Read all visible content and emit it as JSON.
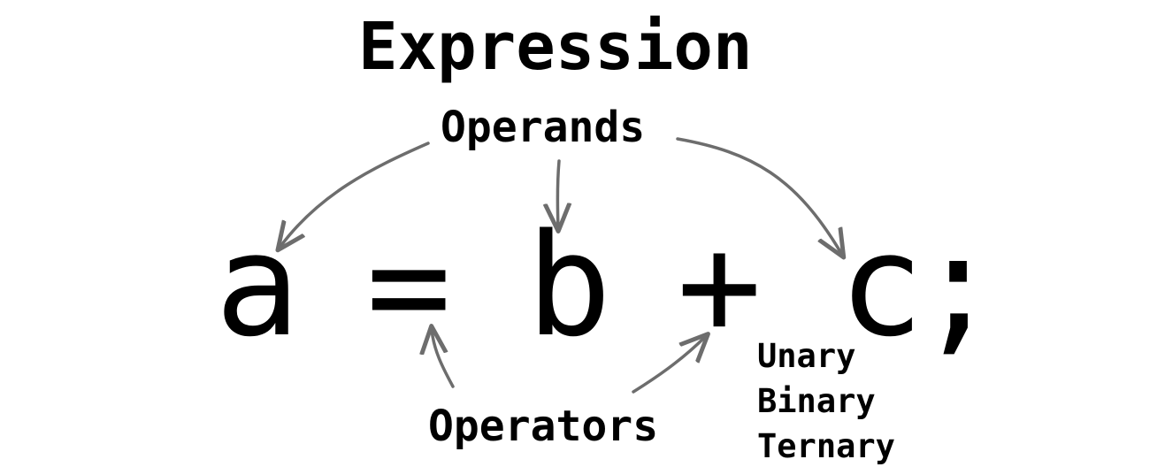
{
  "title": "Expression",
  "operands_label": "Operands",
  "operators_label": "Operators",
  "statement_tokens": [
    "a",
    "=",
    "b",
    "+",
    "c",
    ";"
  ],
  "operator_types": [
    "Unary",
    "Binary",
    "Ternary"
  ],
  "colors": {
    "text": "#000000",
    "arrow": "#6d6d6d",
    "background": "#ffffff"
  }
}
